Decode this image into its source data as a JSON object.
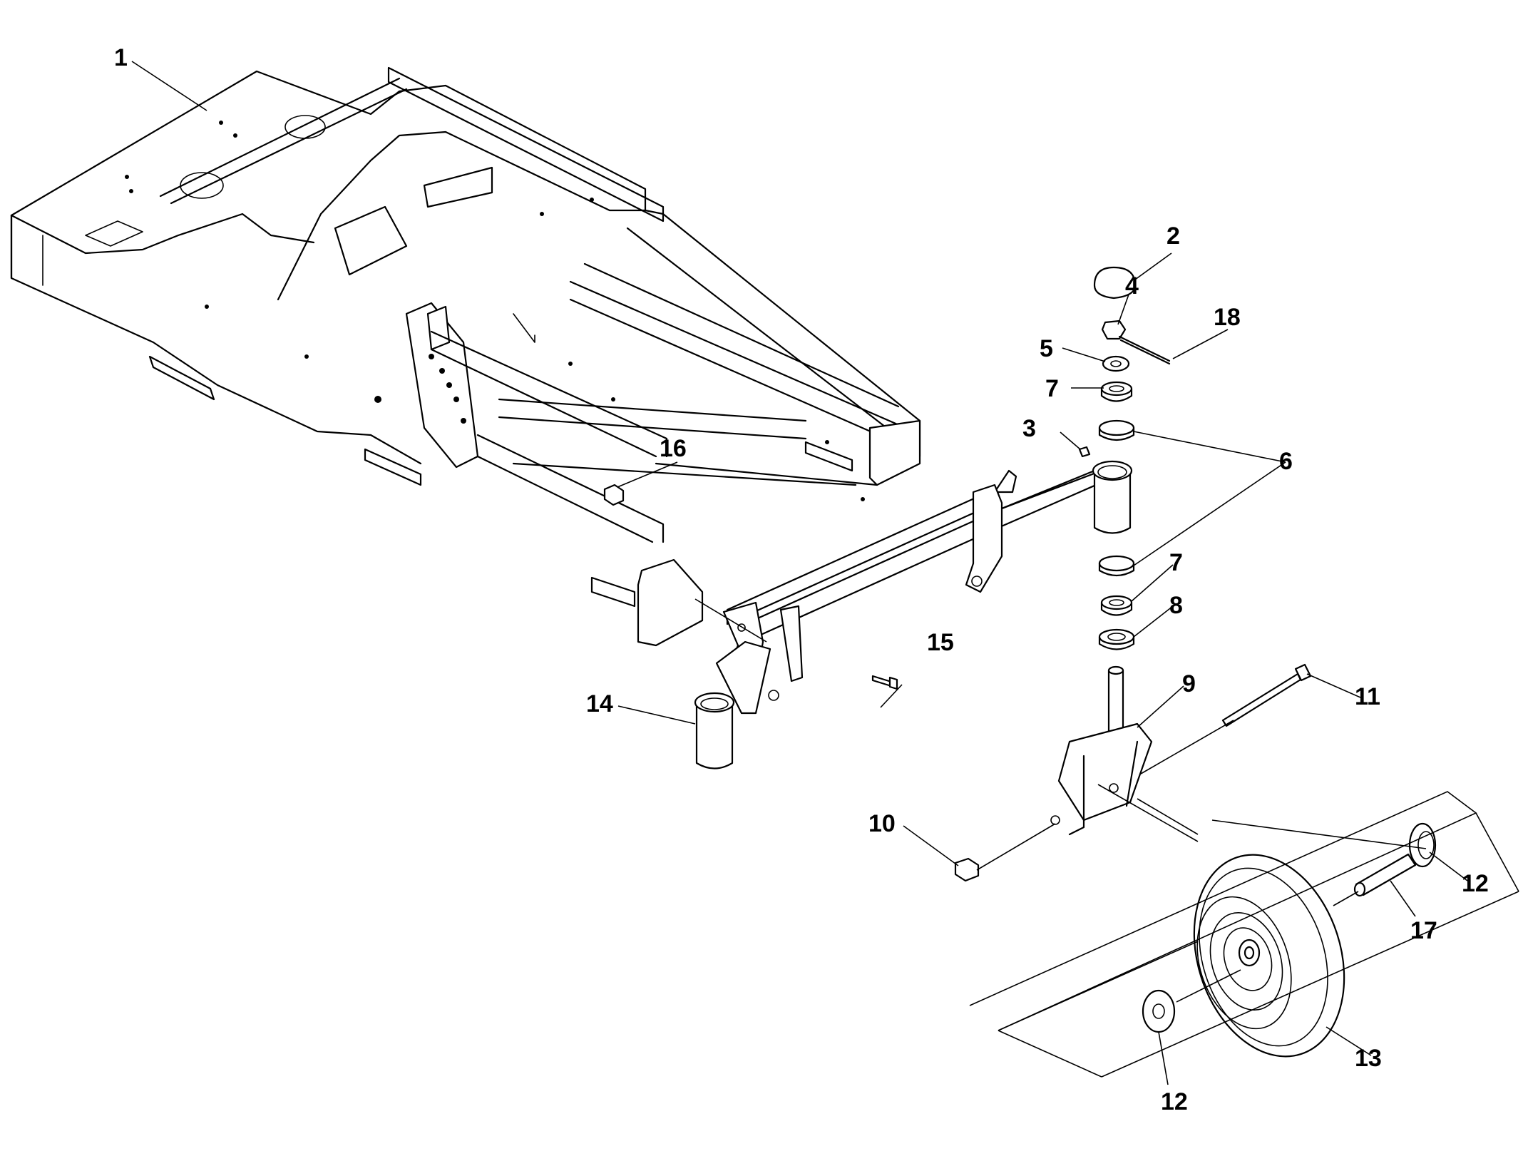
{
  "labels": {
    "l1": "1",
    "l2": "2",
    "l3": "3",
    "l4": "4",
    "l5": "5",
    "l6": "6",
    "l7a": "7",
    "l7b": "7",
    "l8": "8",
    "l9": "9",
    "l10": "10",
    "l11": "11",
    "l12a": "12",
    "l12b": "12",
    "l13": "13",
    "l14": "14",
    "l15": "15",
    "l16": "16",
    "l17": "17",
    "l18": "18"
  }
}
